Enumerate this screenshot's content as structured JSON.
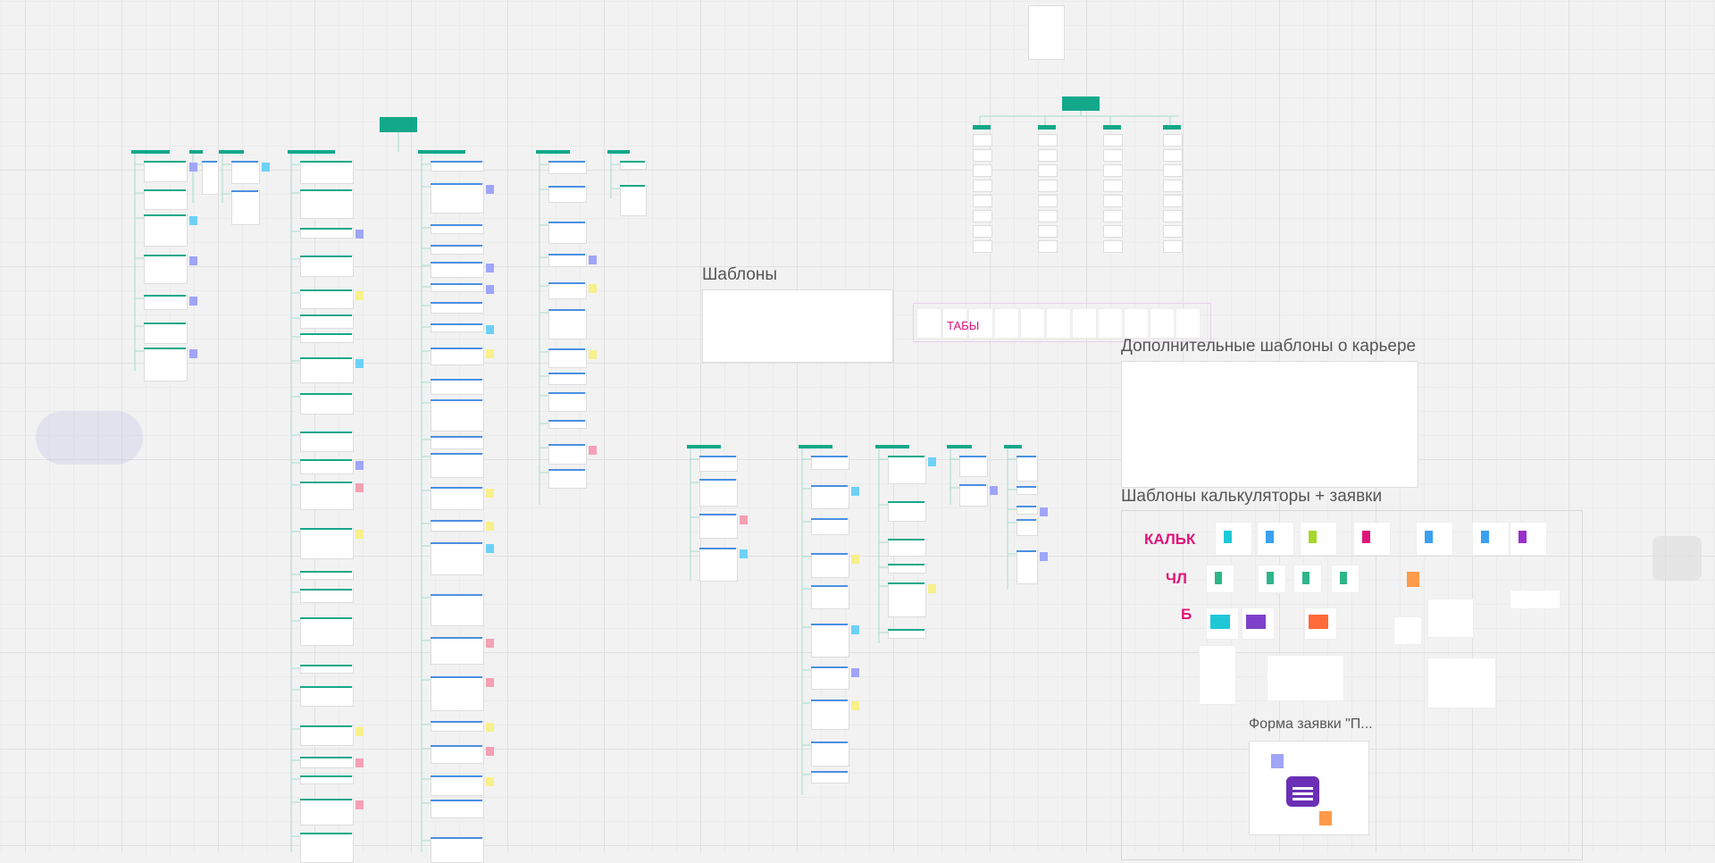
{
  "board": {
    "sections": {
      "templates": "Шаблоны",
      "tabs": "ТАБЫ",
      "career_templates": "Дополнительные шаблоны о карьере",
      "calc_templates": "Шаблоны калькуляторы + заявки",
      "form": "Форма заявки \"П..."
    },
    "row_labels": {
      "calc": "КАЛЬК",
      "chl": "ЧЛ",
      "b": "Б"
    }
  },
  "colors": {
    "accent_green": "#14a88a",
    "sticky_purple": "#9fa5f7",
    "sticky_blue": "#6dd1f5",
    "sticky_yellow": "#f8f08a",
    "sticky_pink": "#f4a0b5",
    "label_pink": "#e0157a",
    "purple_card": "#6a2fb5",
    "orange": "#ff9a4a"
  }
}
